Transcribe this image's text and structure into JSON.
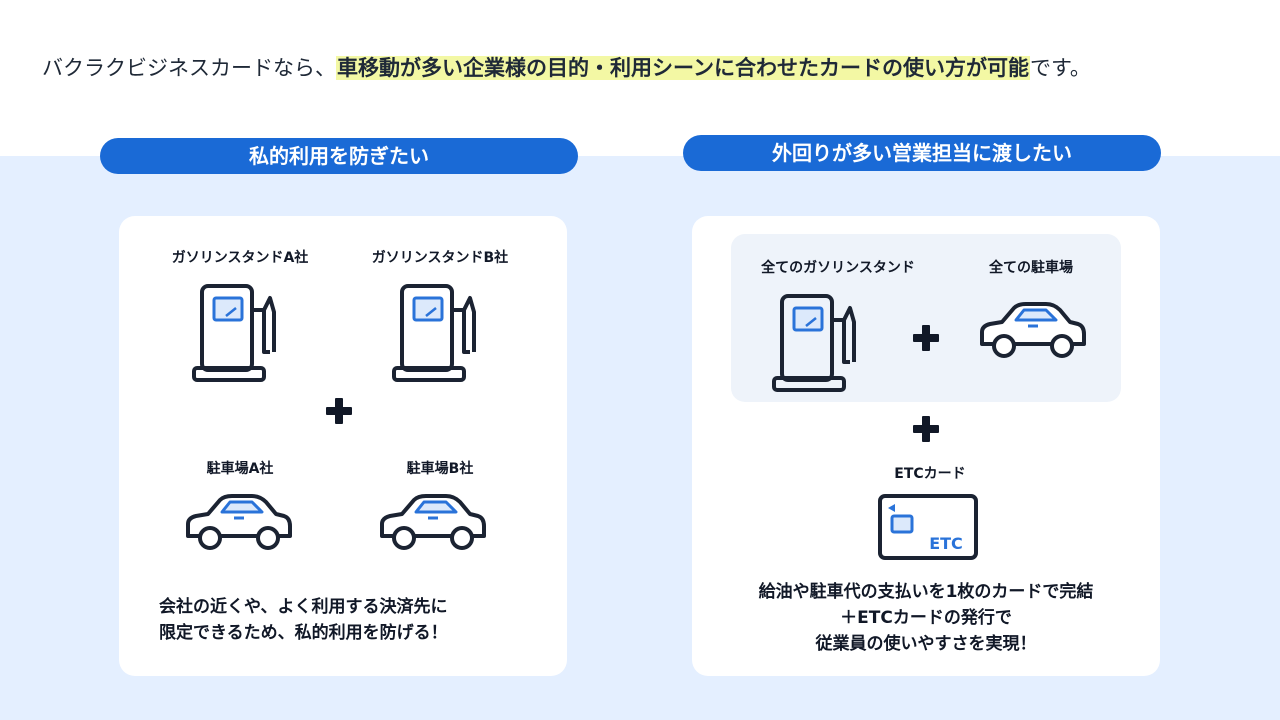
{
  "headline": {
    "prefix": "バクラクビジネスカードなら、",
    "highlight": "車移動が多い企業様の目的・利用シーンに合わせたカードの使い方が可能",
    "suffix": "です。"
  },
  "left_section": {
    "title": "私的利用を防ぎたい",
    "gas_a_label": "ガソリンスタンドA社",
    "gas_b_label": "ガソリンスタンドB社",
    "parking_a_label": "駐車場A社",
    "parking_b_label": "駐車場B社",
    "summary_lines": [
      "会社の近くや、よく利用する決済先に",
      "限定できるため、私的利用を防げる！"
    ]
  },
  "right_section": {
    "title": "外回りが多い営業担当に渡したい",
    "all_gas_label": "全てのガソリンスタンド",
    "all_parking_label": "全ての駐車場",
    "etc_card_label": "ETCカード",
    "etc_card_text": "ETC",
    "summary_lines": [
      "給油や駐車代の支払いを1枚のカードで完結",
      "＋ETCカードの発行で",
      "従業員の使いやすさを実現！"
    ]
  },
  "colors": {
    "accent_blue": "#1a6ad6",
    "icon_blue": "#2a73d9",
    "highlight_yellow": "#f3f8a4",
    "band_bg": "#e4efff",
    "icon_stroke": "#1b2332"
  }
}
